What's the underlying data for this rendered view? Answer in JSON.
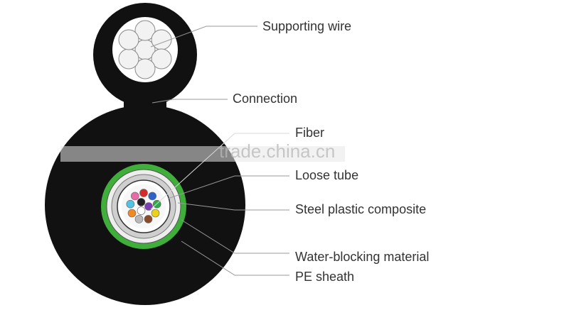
{
  "labels": {
    "supporting_wire": "Supporting wire",
    "connection": "Connection",
    "fiber": "Fiber",
    "loose_tube": "Loose tube",
    "steel_plastic": "Steel plastic composite",
    "water_blocking": "Water-blocking material",
    "pe_sheath": "PE sheath"
  },
  "watermark": "trade.china.cn",
  "colors": {
    "sheath": "#111111",
    "water_blocking": "#3fae3a",
    "steel_tape": "#d4d4d4",
    "loose_tube": "#a9a9a9",
    "wire_strand": "#f2f2f2"
  },
  "fiber_colors": [
    "#d62b2b",
    "#2f62c9",
    "#2fa84a",
    "#e8d21c",
    "#8a4b2a",
    "#b9b9b9",
    "#f08a24",
    "#4fc3e8",
    "#e86aa8",
    "#7b3fb3",
    "#ffffff",
    "#222222"
  ]
}
